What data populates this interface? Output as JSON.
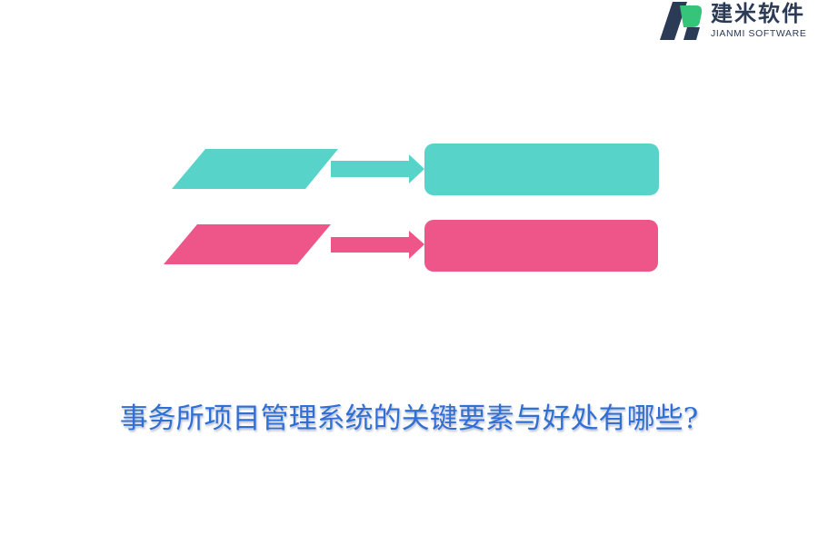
{
  "logo": {
    "name_cn": "建米软件",
    "name_en": "JIANMI SOFTWARE"
  },
  "diagram": {
    "rows": [
      {
        "color": "#57d3c9",
        "label": "",
        "text": ""
      },
      {
        "color": "#ee5589",
        "label": "",
        "text": ""
      }
    ]
  },
  "title": "事务所项目管理系统的关键要素与好处有哪些?",
  "colors": {
    "teal": "#57d3c9",
    "pink": "#ee5589",
    "title_blue": "#2f6fd6",
    "logo_navy": "#2b3a55",
    "logo_green": "#35c47a"
  }
}
